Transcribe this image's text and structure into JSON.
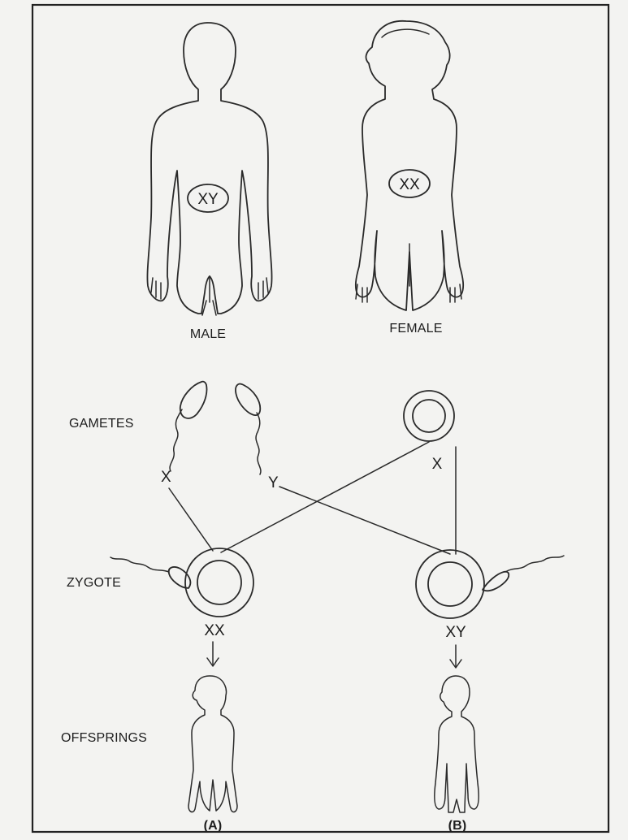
{
  "figure": {
    "parents": {
      "male_label": "MALE",
      "male_chromosomes": "XY",
      "female_label": "FEMALE",
      "female_chromosomes": "XX"
    },
    "gametes": {
      "label": "GAMETES",
      "sperm_1": "X",
      "sperm_2": "Y",
      "egg": "X"
    },
    "zygote": {
      "label": "ZYGOTE",
      "left_chromosomes": "XX",
      "right_chromosomes": "XY"
    },
    "offspring": {
      "label": "OFFSPRINGS",
      "left_tag": "(A)",
      "right_tag": "(B)"
    }
  }
}
